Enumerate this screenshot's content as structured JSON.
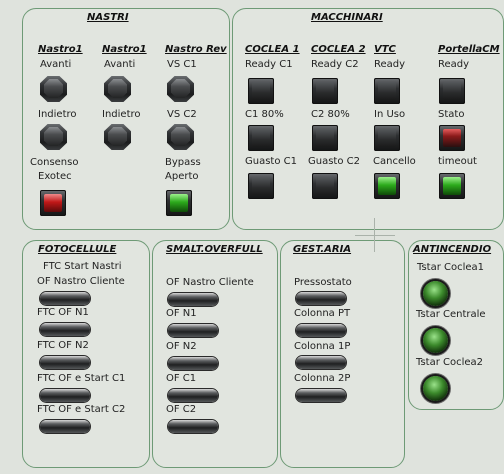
{
  "nastri": {
    "title": "NASTRI",
    "cols": [
      {
        "header": "Nastro1",
        "labels": [
          "Avanti",
          "Indietro",
          "Consenso",
          "Exotec"
        ]
      },
      {
        "header": "Nastro1",
        "labels": [
          "Avanti",
          "Indietro"
        ]
      },
      {
        "header": "Nastro Rev",
        "labels": [
          "VS C1",
          "VS C2",
          "Bypass",
          "Aperto"
        ]
      }
    ]
  },
  "macchinari": {
    "title": "MACCHINARI",
    "cols": [
      {
        "header": "COCLEA 1",
        "labels": [
          "Ready C1",
          "C1 80%",
          "Guasto C1"
        ]
      },
      {
        "header": "COCLEA 2",
        "labels": [
          "Ready C2",
          "C2 80%",
          "Guasto C2"
        ]
      },
      {
        "header": "VTC",
        "labels": [
          "Ready",
          "In Uso",
          "Cancello"
        ]
      },
      {
        "header": "PortellaCM",
        "labels": [
          "Ready",
          "Stato",
          "timeout"
        ]
      }
    ]
  },
  "fotocellule": {
    "title": "FOTOCELLULE",
    "subtitle": "FTC Start Nastri",
    "items": [
      "OF Nastro Cliente",
      "FTC OF N1",
      "FTC OF N2",
      "FTC OF e Start C1",
      "FTC OF e Start C2"
    ]
  },
  "smalt": {
    "title": "SMALT.OVERFULL",
    "items": [
      "OF Nastro Cliente",
      "OF N1",
      "OF N2",
      "OF C1",
      "OF C2"
    ]
  },
  "gestaria": {
    "title": "GEST.ARIA",
    "items": [
      "Pressostato",
      "Colonna PT",
      "Colonna 1P",
      "Colonna 2P"
    ]
  },
  "antincendio": {
    "title": "ANTINCENDIO",
    "items": [
      "Tstar Coclea1",
      "Tstar Centrale",
      "Tstar Coclea2"
    ]
  },
  "colors": {
    "panel_border": "#6e9a76",
    "background": "#dfe3dd",
    "red_lamp": "#c01818",
    "green_lamp": "#2caa1c"
  }
}
